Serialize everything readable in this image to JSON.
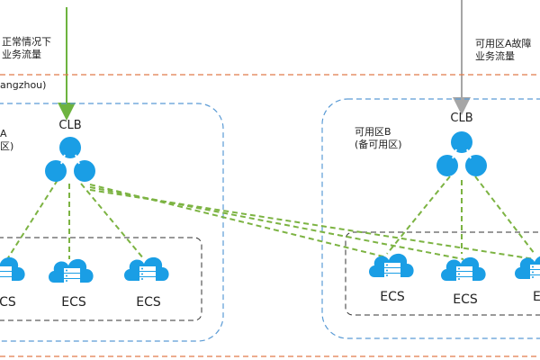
{
  "flow_normal": {
    "line1": "正常情况下",
    "line2": "业务流量"
  },
  "flow_failover": {
    "line1": "可用区A故障",
    "line2": "业务流量"
  },
  "region": {
    "label": "angzhou)"
  },
  "zone_a": {
    "line1": "A",
    "line2": "区)",
    "clb_label": "CLB",
    "ecs": [
      "ECS",
      "ECS",
      "ECS"
    ]
  },
  "zone_b": {
    "line1": "可用区B",
    "line2": "(备可用区)",
    "clb_label": "CLB",
    "ecs": [
      "ECS",
      "ECS",
      "EC"
    ]
  },
  "colors": {
    "green_arrow": "#6db33f",
    "gray_arrow": "#a6a6a6",
    "orange_dashed": "#e07b4a",
    "blue_zone": "#5b9bd5",
    "cloud_blue": "#1a9ee5",
    "dashed_green": "#7cb342"
  },
  "icons": {
    "clb": "load-balancer-icon",
    "ecs": "server-cloud-icon"
  }
}
